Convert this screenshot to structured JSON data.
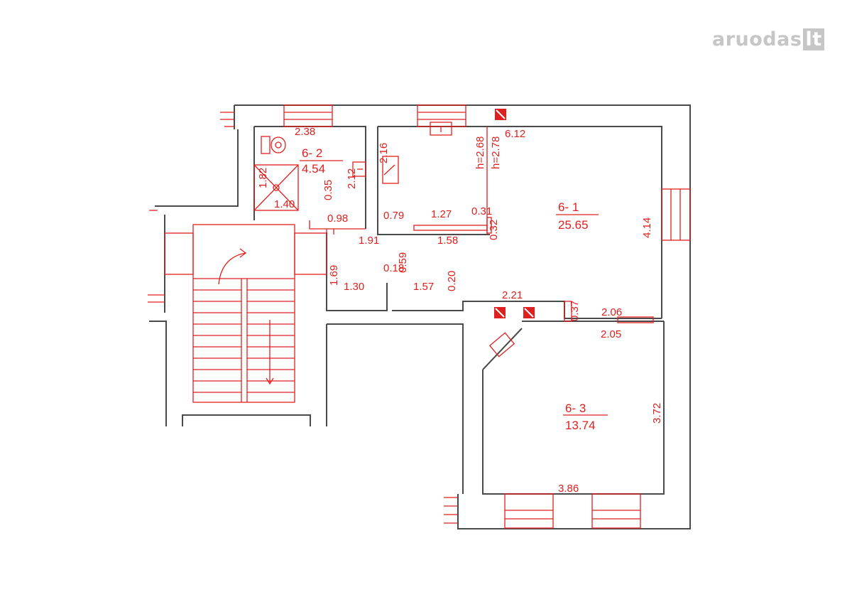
{
  "watermark": {
    "brand": "aruodas",
    "tld": "lt"
  },
  "rooms": [
    {
      "id": "6- 1",
      "area": "25.65"
    },
    {
      "id": "6- 2",
      "area": "4.54"
    },
    {
      "id": "6- 3",
      "area": "13.74"
    }
  ],
  "dimensions": [
    "2.38",
    "2.16",
    "6.12",
    "1.82",
    "0.35",
    "2.12",
    "1.40",
    "h=2.68",
    "h=2.78",
    "4.14",
    "0.98",
    "0.79",
    "1.27",
    "0.31",
    "0.32",
    "1.91",
    "1.58",
    "1.69",
    "0.18",
    "0.59",
    "1.30",
    "1.57",
    "0.20",
    "2.21",
    "0.37",
    "2.06",
    "2.05",
    "3.72",
    "3.86"
  ]
}
